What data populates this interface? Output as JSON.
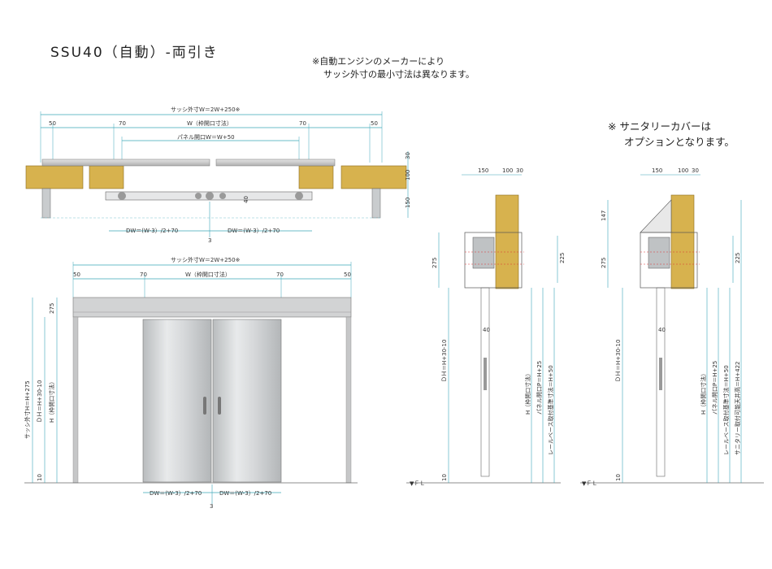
{
  "title": "SSU40（自動）-両引き",
  "notes": {
    "engine_line1": "※自動エンジンのメーカーにより",
    "engine_line2": "サッシ外寸の最小寸法は異なります。",
    "sanitary_line1": "※ サニタリーカバーは",
    "sanitary_line2": "オプションとなります。"
  },
  "plan": {
    "outer": "サッシ外寸W＝2W+250※",
    "w": "W（枠開口寸法）",
    "panel": "パネル開口W＝W+50",
    "d50": "50",
    "d70": "70",
    "d30": "30",
    "d100": "100",
    "d150": "150",
    "d40": "40",
    "dw_left": "DW＝(W-3）/2+70",
    "dw_right": "DW＝(W-3）/2+70",
    "d3": "3"
  },
  "elevation": {
    "outer": "サッシ外寸W＝2W+250※",
    "w": "W（枠開口寸法）",
    "d50": "50",
    "d70": "70",
    "d275": "275",
    "d10": "10",
    "h_outer": "サッシ外寸H＝H+275",
    "h_dh": "ＤＨ＝H+30-10",
    "h_frame": "H（枠開口寸法）",
    "dw_left": "DW＝(W-3）/2+70",
    "dw_right": "DW＝(W-3）/2+70",
    "d3": "3"
  },
  "section_a": {
    "d150": "150",
    "d100": "100",
    "d30": "30",
    "d275": "275",
    "d225": "225",
    "d40": "40",
    "d10": "10",
    "dh": "ＤＨ＝H+30-10",
    "h_frame": "H（枠開口寸法）",
    "panel": "パネル開口P＝H+25",
    "rail": "レールベース取付基準寸法＝H+50",
    "fl": "▼ＦＬ"
  },
  "section_b": {
    "d150": "150",
    "d100": "100",
    "d30": "30",
    "d147": "147",
    "d275": "275",
    "d225": "225",
    "d40": "40",
    "d10": "10",
    "dh": "ＤＨ＝H+30-10",
    "h_frame": "H（枠開口寸法）",
    "panel": "パネル開口P＝H+25",
    "rail": "レールベース取付基準寸法＝H+50",
    "sanitary": "サニタリー取付可能天井高＝H+422",
    "fl": "▼ＦＬ"
  },
  "colors": {
    "wood": "#d7b24e",
    "steel": "#c9ccce",
    "dim_line": "#3aa6b8",
    "frame": "#b5b5b5"
  }
}
